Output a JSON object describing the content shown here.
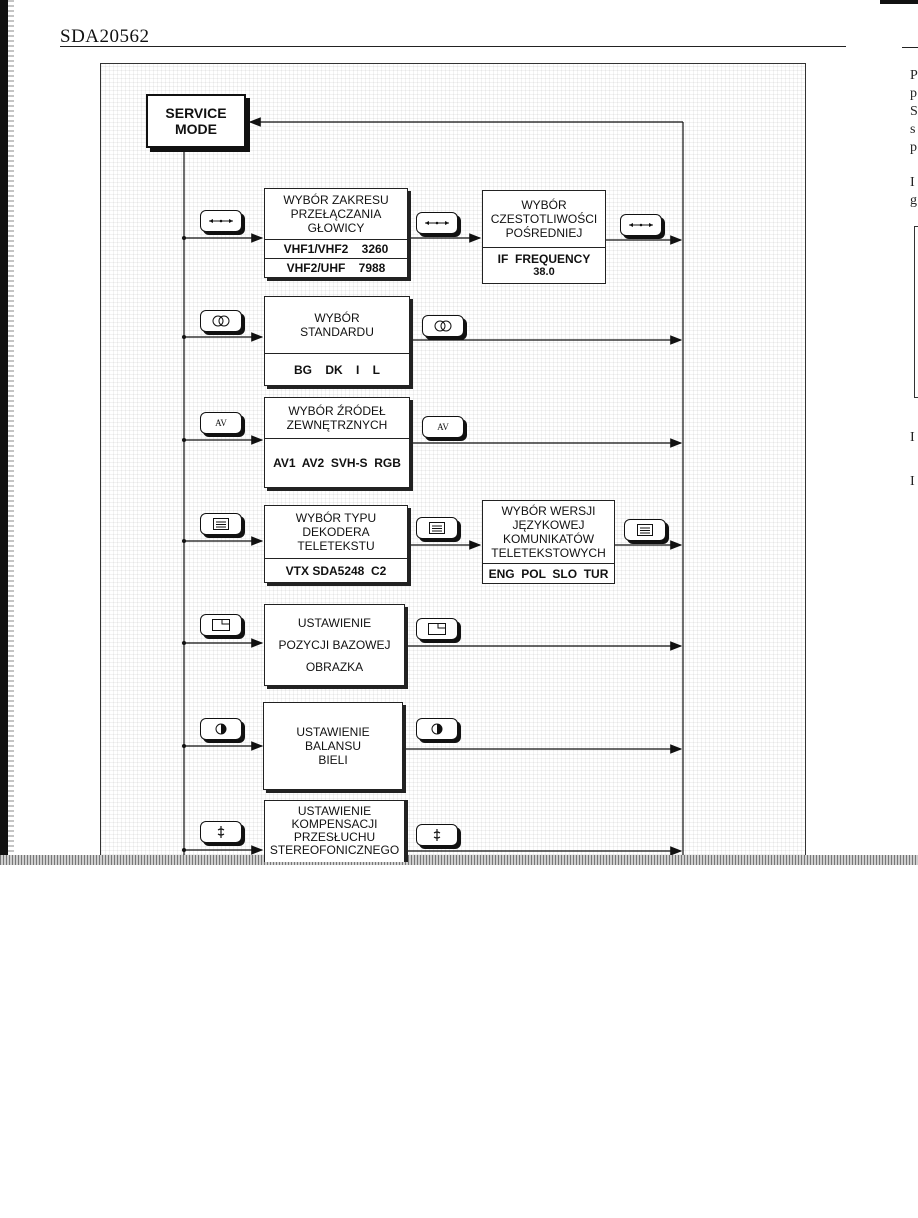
{
  "document": {
    "title": "SDA20562"
  },
  "start_box": {
    "line1": "SERVICE",
    "line2": "MODE"
  },
  "steps": [
    {
      "key_icon": "arrow-keys-icon",
      "lines": [
        "WYBÓR ZAKRESU",
        "PRZEŁĄCZANIA",
        "GŁOWICY"
      ],
      "values": [
        "VHF1/VHF2    3260",
        "VHF2/UHF    7988"
      ]
    },
    {
      "key_icon": "stereo-icon",
      "lines": [
        "WYBÓR",
        "STANDARDU"
      ],
      "values": [
        "BG    DK    I    L"
      ]
    },
    {
      "key_icon": "av-icon",
      "key_label": "AV",
      "lines": [
        "WYBÓR ŹRÓDEŁ",
        "ZEWNĘTRZNYCH"
      ],
      "values": [
        "AV1  AV2  SVH-S  RGB"
      ]
    },
    {
      "key_icon": "teletext-icon",
      "lines": [
        "WYBÓR TYPU",
        "DEKODERA",
        "TELETEKSTU"
      ],
      "values": [
        "VTX SDA5248  C2"
      ]
    },
    {
      "key_icon": "picture-position-icon",
      "lines": [
        "USTAWIENIE",
        "POZYCJI BAZOWEJ",
        "OBRAZKA"
      ],
      "values": []
    },
    {
      "key_icon": "contrast-icon",
      "lines": [
        "USTAWIENIE",
        "BALANSU",
        "BIELI"
      ],
      "values": []
    },
    {
      "key_icon": "sound-icon",
      "lines": [
        "USTAWIENIE",
        "KOMPENSACJI",
        "PRZESŁUCHU",
        "STEREOFONICZNEGO"
      ],
      "values": []
    }
  ],
  "side_boxes": [
    {
      "lines": [
        "WYBÓR",
        "CZESTOTLIWOŚCI",
        "POŚREDNIEJ"
      ],
      "values": [
        "IF  FREQUENCY",
        "38.0"
      ]
    },
    {
      "lines": [
        "WYBÓR WERSJI",
        "JĘZYKOWEJ",
        "KOMUNIKATÓW",
        "TELETEKSTOWYCH"
      ],
      "values": [
        "ENG  POL  SLO  TUR"
      ]
    }
  ],
  "right_fragments": [
    "P",
    "p",
    "S",
    "s",
    "p",
    "I",
    "g",
    "I",
    "I"
  ]
}
